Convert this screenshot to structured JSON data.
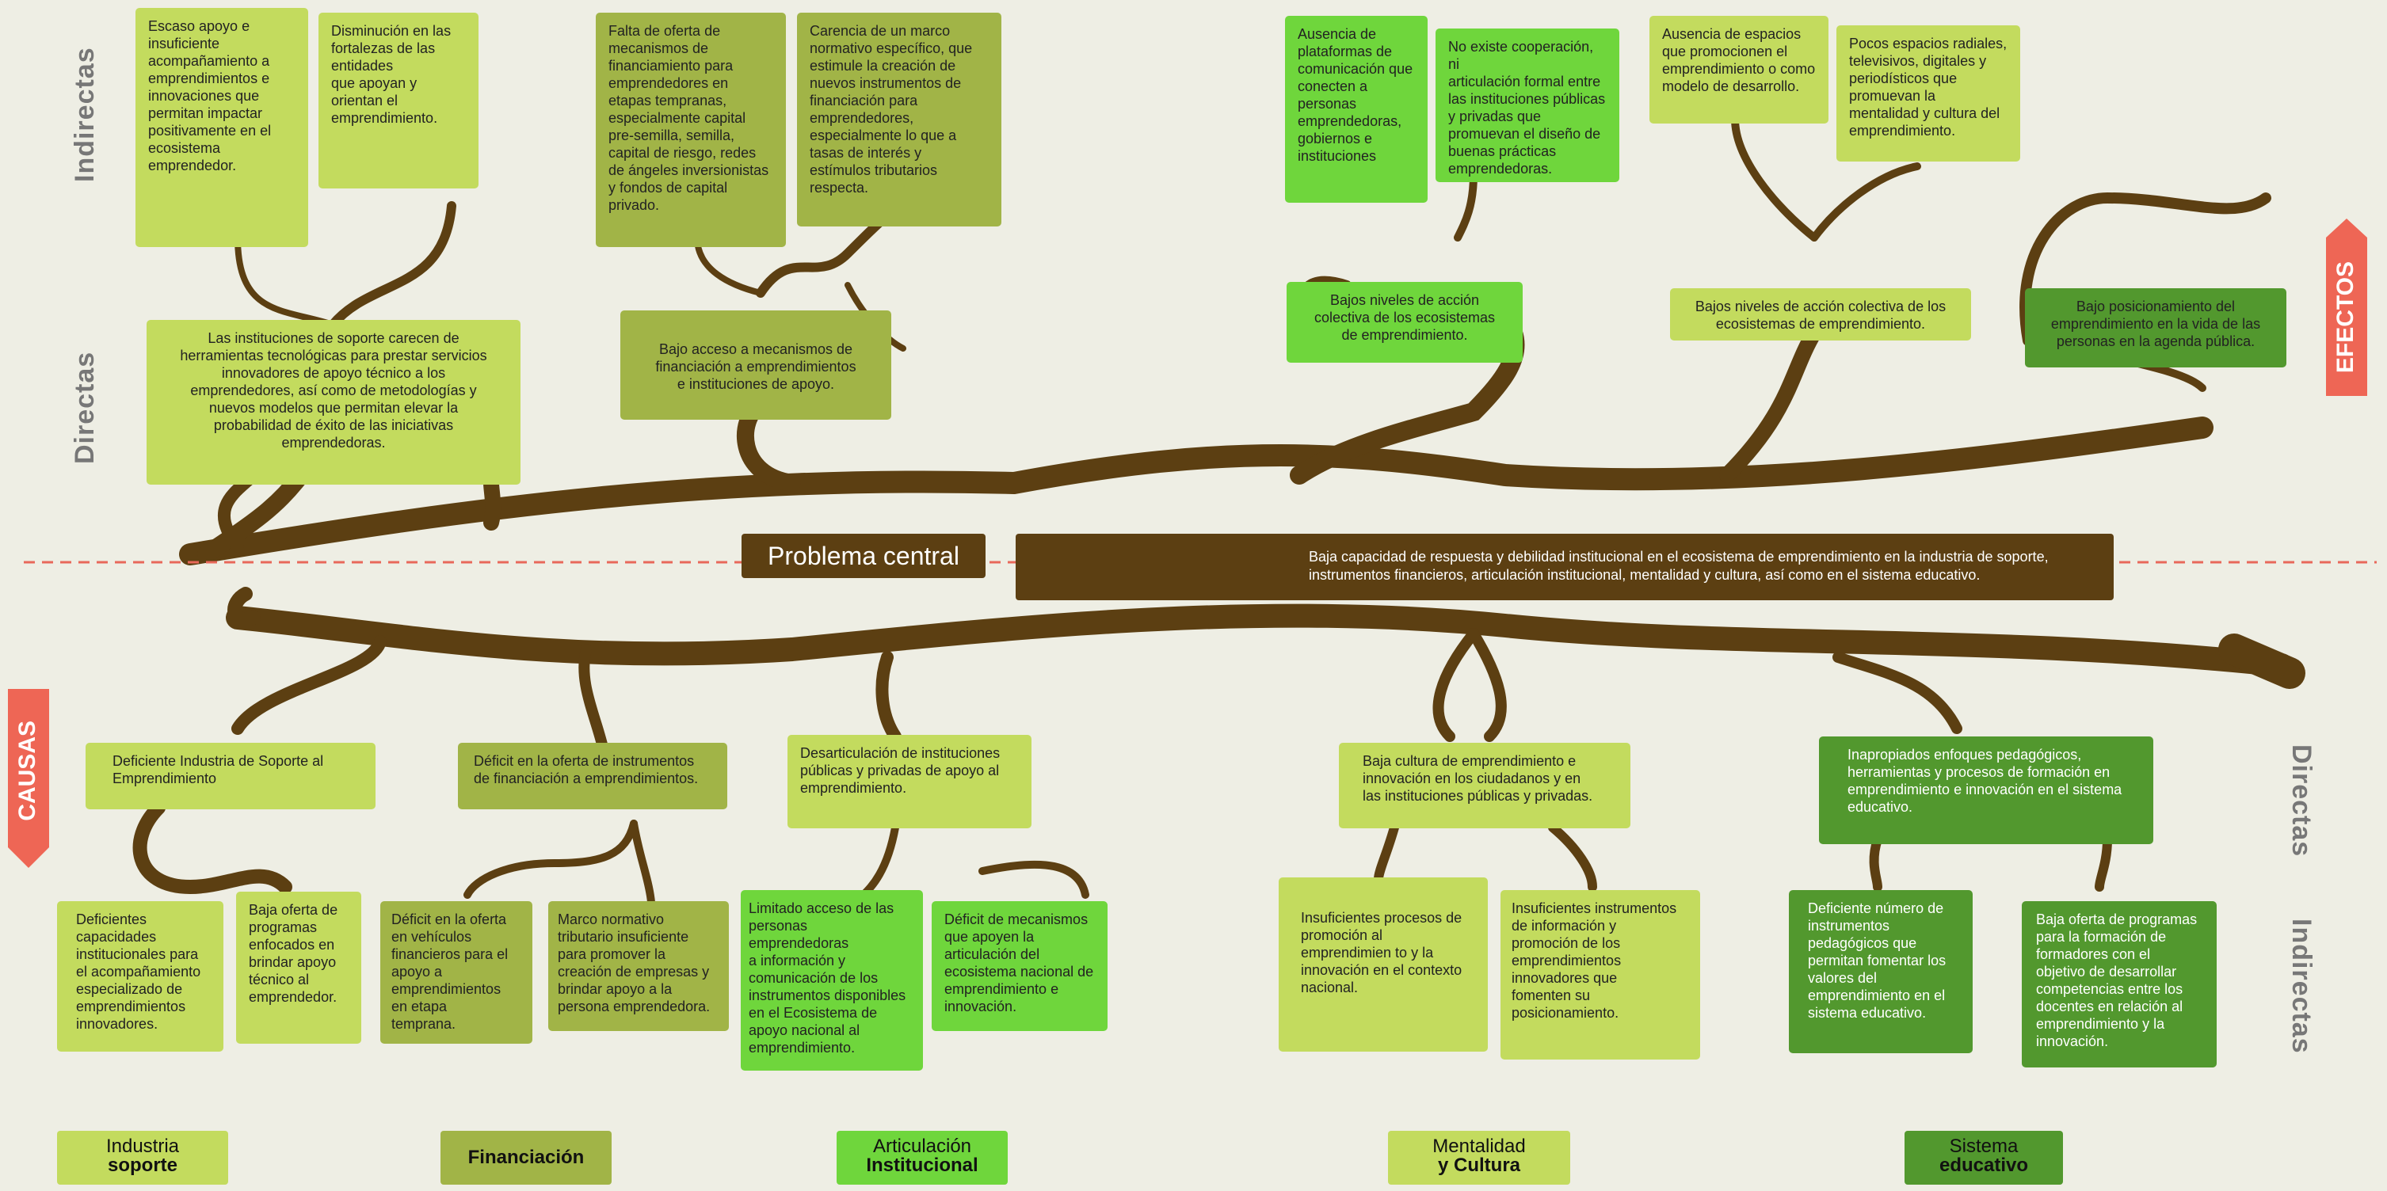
{
  "labels": {
    "indirectas": "Indirectas",
    "directas": "Directas",
    "efectos": "EFECTOS",
    "causas": "CAUSAS"
  },
  "problem": {
    "label": "Problema central",
    "text": "Baja capacidad de respuesta y debilidad institucional en el ecosistema de emprendimiento en la industria de soporte,\ninstrumentos financieros, articulación institucional, mentalidad y cultura, así como en el sistema educativo."
  },
  "effects": {
    "indirect": [
      "Escaso apoyo e\ninsuficiente\nacompañamiento a\nemprendimientos e\ninnovaciones que\npermitan impactar\npositivamente en el\necosistema\nemprendedor.",
      "Disminución en las\nfortalezas de las\nentidades\nque apoyan y\norientan el\nemprendimiento.",
      "Falta de oferta de\nmecanismos de\nfinanciamiento para\nemprendedores en\netapas tempranas,\nespecialmente capital\npre-semilla, semilla,\ncapital de riesgo, redes\nde ángeles inversionistas\ny fondos de capital\nprivado.",
      "Carencia de un marco\nnormativo específico, que\nestimule la creación de\nnuevos instrumentos de\nfinanciación para\nemprendedores,\nespecialmente lo que a\ntasas de interés y\nestímulos tributarios\nrespecta.",
      "Ausencia de\nplataformas de\ncomunicación que\nconecten a\npersonas\nemprendedoras,\ngobiernos e\ninstituciones",
      "No existe cooperación, ni\narticulación formal entre\nlas instituciones públicas\ny privadas que\npromuevan el diseño de\nbuenas prácticas\nemprendedoras.",
      "Ausencia de espacios\nque promocionen el\nemprendimiento o como\nmodelo de desarrollo.",
      "Pocos espacios radiales,\ntelevisivos, digitales y\nperiodísticos que\npromuevan la\nmentalidad y cultura del\nemprendimiento."
    ],
    "direct": [
      "Las instituciones de soporte carecen de\nherramientas tecnológicas para prestar servicios\ninnovadores de apoyo técnico a los\nemprendedores, así como de metodologías y\nnuevos modelos que permitan elevar la\nprobabilidad de éxito de las iniciativas\nemprendedoras.",
      "Bajo acceso a mecanismos de\nfinanciación a emprendimientos\ne instituciones de apoyo.",
      "Bajos niveles de acción\ncolectiva de  los  ecosistemas\nde emprendimiento.",
      "Bajos niveles de acción colectiva de  los\necosistemas de emprendimiento.",
      "Bajo posicionamiento del\nemprendimiento en la vida de las\npersonas en la agenda pública."
    ]
  },
  "causes": {
    "direct": [
      "Deficiente Industria de Soporte al\nEmprendimiento",
      "Déficit en la oferta de instrumentos\nde financiación a emprendimientos.",
      "Desarticulación de instituciones\npúblicas y privadas de apoyo al\nemprendimiento.",
      "Baja cultura de emprendimiento e\ninnovación en los ciudadanos y en\nlas instituciones públicas y privadas.",
      "Inapropiados enfoques pedagógicos,\nherramientas y procesos de formación en\nemprendimiento e innovación en el sistema\neducativo."
    ],
    "indirect": [
      "Deficientes\ncapacidades\ninstitucionales para\nel acompañamiento\nespecializado de\nemprendimientos\ninnovadores.",
      "Baja oferta de\nprogramas\nenfocados en\nbrindar apoyo\ntécnico al\nemprendedor.",
      "Déficit en la oferta\nen vehículos\nfinancieros para el\napoyo a\nemprendimientos\nen etapa\ntemprana.",
      "Marco normativo\ntributario insuficiente\npara promover la\ncreación de empresas y\nbrindar apoyo a la\npersona emprendedora.",
      "Limitado acceso de las\npersonas emprendedoras\na información y\ncomunicación de los\ninstrumentos disponibles\nen el Ecosistema de\napoyo nacional al\nemprendimiento.",
      "Déficit de mecanismos\nque apoyen la\narticulación del\necosistema nacional de\nemprendimiento e\ninnovación.",
      "Insuficientes procesos de\npromoción al\nemprendimien to y la\ninnovación en el contexto\nnacional.",
      "Insuficientes instrumentos\nde información y\npromoción de los\nemprendimientos\ninnovadores que\nfomenten su\nposicionamiento.",
      "Deficiente número de\ninstrumentos\npedagógicos que\npermitan fomentar los\nvalores del\nemprendimiento en el\nsistema educativo.",
      "Baja oferta de programas\npara la formación de\nformadores con el\nobjetivo de desarrollar\ncompetencias entre los\ndocentes en relación al\nemprendimiento y la\ninnovación."
    ]
  },
  "legend": [
    {
      "line1": "Industria",
      "line2": "soporte"
    },
    {
      "line1": "",
      "line2": "Financiación"
    },
    {
      "line1": "Articulación",
      "line2": "Institucional"
    },
    {
      "line1": "Mentalidad",
      "line2": "y Cultura"
    },
    {
      "line1": "Sistema",
      "line2": "educativo"
    }
  ],
  "colors": {
    "background": "#eeeee4",
    "trunk": "#5c3f12",
    "dashed_line": "#e8685a",
    "banner": "#ee6655",
    "soporte": "#c3db5e",
    "financiacion": "#a1b447",
    "articulacion": "#6fd63c",
    "cultura": "#c3db5e",
    "educativo": "#52982e"
  }
}
